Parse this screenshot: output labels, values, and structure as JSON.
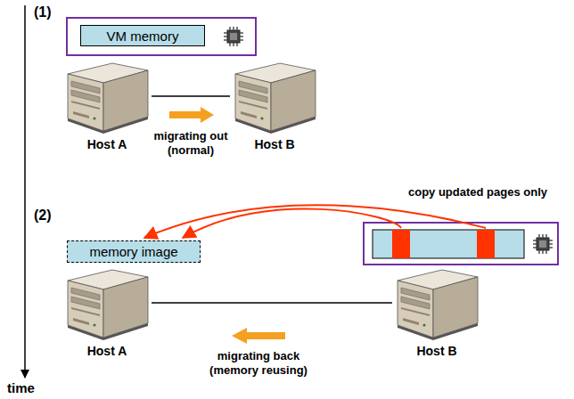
{
  "diagram": {
    "nodes": [
      {
        "text": [
          "VM memory"
        ]
      },
      {
        "text": [
          "Host A"
        ]
      },
      {
        "text": [
          "Host B"
        ]
      },
      {
        "text": [
          "memory image"
        ]
      },
      {
        "text": [
          "Host A"
        ]
      },
      {
        "text": [
          "Host B"
        ]
      }
    ],
    "edges": [
      {
        "from": 1,
        "to": 2,
        "arrow": "none"
      },
      {
        "from": 4,
        "to": 5,
        "arrow": "none"
      }
    ],
    "labels": [
      "(1)",
      "(2)",
      "migrating out (normal)",
      "copy updated pages only",
      "migrating back (memory reusing)",
      "time"
    ]
  }
}
